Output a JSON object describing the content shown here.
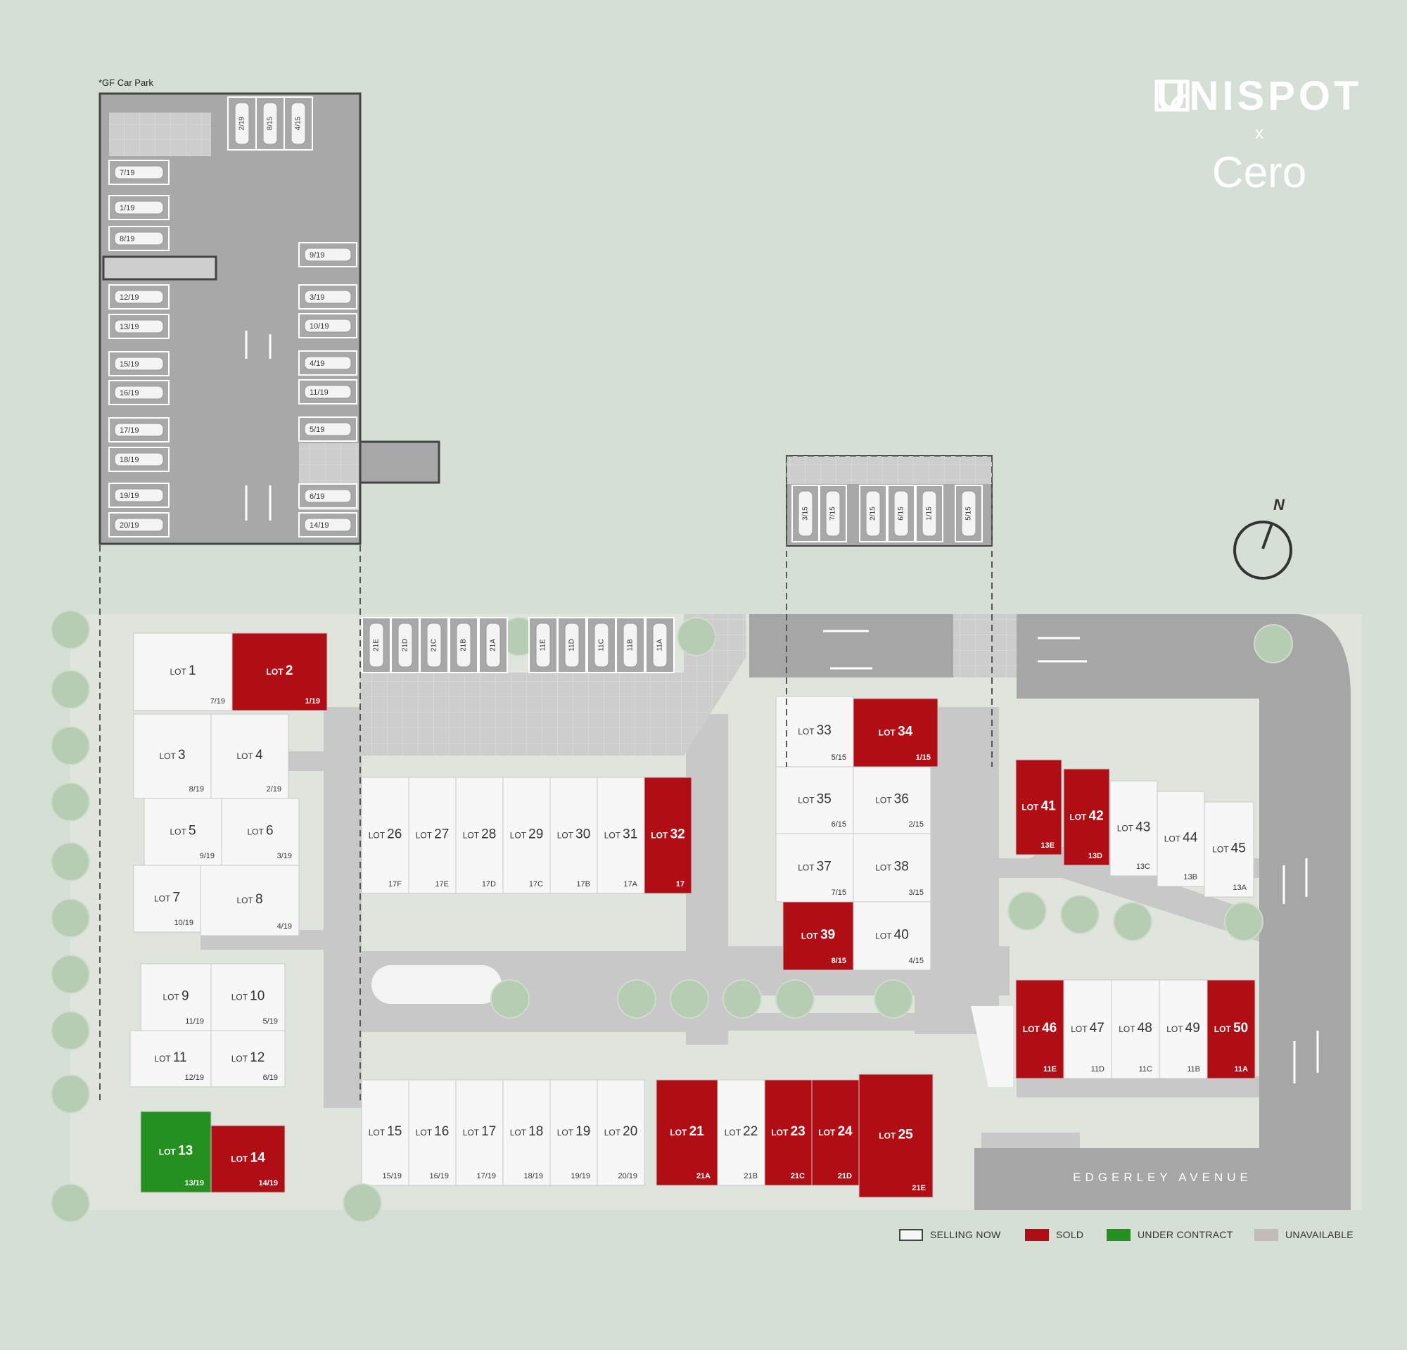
{
  "brand": {
    "name": "UNISPOT",
    "separator": "x",
    "partner": "Cero"
  },
  "car_park_caption": "*GF Car Park",
  "street_name": "EDGERLEY AVENUE",
  "north_label": "N",
  "colors": {
    "selling": "#f7f7f7",
    "sold": "#b00e14",
    "contract": "#24901f",
    "unavailable": "#c2bcb9",
    "ground": "#d6dfd5",
    "road": "#a6a6a6",
    "paving": "#c8c8c8"
  },
  "legend": [
    {
      "label": "SELLING NOW",
      "status": "selling"
    },
    {
      "label": "SOLD",
      "status": "sold"
    },
    {
      "label": "UNDER CONTRACT",
      "status": "contract"
    },
    {
      "label": "UNAVAILABLE",
      "status": "unavailable"
    }
  ],
  "lots": [
    {
      "lot": "LOT",
      "num": "1",
      "code": "7/19",
      "status": "selling"
    },
    {
      "lot": "LOT",
      "num": "2",
      "code": "1/19",
      "status": "sold"
    },
    {
      "lot": "LOT",
      "num": "3",
      "code": "8/19",
      "status": "selling"
    },
    {
      "lot": "LOT",
      "num": "4",
      "code": "2/19",
      "status": "selling"
    },
    {
      "lot": "LOT",
      "num": "5",
      "code": "9/19",
      "status": "selling"
    },
    {
      "lot": "LOT",
      "num": "6",
      "code": "3/19",
      "status": "selling"
    },
    {
      "lot": "LOT",
      "num": "7",
      "code": "10/19",
      "status": "selling"
    },
    {
      "lot": "LOT",
      "num": "8",
      "code": "4/19",
      "status": "selling"
    },
    {
      "lot": "LOT",
      "num": "9",
      "code": "11/19",
      "status": "selling"
    },
    {
      "lot": "LOT",
      "num": "10",
      "code": "5/19",
      "status": "selling"
    },
    {
      "lot": "LOT",
      "num": "11",
      "code": "12/19",
      "status": "selling"
    },
    {
      "lot": "LOT",
      "num": "12",
      "code": "6/19",
      "status": "selling"
    },
    {
      "lot": "LOT",
      "num": "13",
      "code": "13/19",
      "status": "contract"
    },
    {
      "lot": "LOT",
      "num": "14",
      "code": "14/19",
      "status": "sold"
    },
    {
      "lot": "LOT",
      "num": "15",
      "code": "15/19",
      "status": "selling"
    },
    {
      "lot": "LOT",
      "num": "16",
      "code": "16/19",
      "status": "selling"
    },
    {
      "lot": "LOT",
      "num": "17",
      "code": "17/19",
      "status": "selling"
    },
    {
      "lot": "LOT",
      "num": "18",
      "code": "18/19",
      "status": "selling"
    },
    {
      "lot": "LOT",
      "num": "19",
      "code": "19/19",
      "status": "selling"
    },
    {
      "lot": "LOT",
      "num": "20",
      "code": "20/19",
      "status": "selling"
    },
    {
      "lot": "LOT",
      "num": "21",
      "code": "21A",
      "status": "sold"
    },
    {
      "lot": "LOT",
      "num": "22",
      "code": "21B",
      "status": "selling"
    },
    {
      "lot": "LOT",
      "num": "23",
      "code": "21C",
      "status": "sold"
    },
    {
      "lot": "LOT",
      "num": "24",
      "code": "21D",
      "status": "sold"
    },
    {
      "lot": "LOT",
      "num": "25",
      "code": "21E",
      "status": "sold"
    },
    {
      "lot": "LOT",
      "num": "26",
      "code": "17F",
      "status": "selling"
    },
    {
      "lot": "LOT",
      "num": "27",
      "code": "17E",
      "status": "selling"
    },
    {
      "lot": "LOT",
      "num": "28",
      "code": "17D",
      "status": "selling"
    },
    {
      "lot": "LOT",
      "num": "29",
      "code": "17C",
      "status": "selling"
    },
    {
      "lot": "LOT",
      "num": "30",
      "code": "17B",
      "status": "selling"
    },
    {
      "lot": "LOT",
      "num": "31",
      "code": "17A",
      "status": "selling"
    },
    {
      "lot": "LOT",
      "num": "32",
      "code": "17",
      "status": "sold"
    },
    {
      "lot": "LOT",
      "num": "33",
      "code": "5/15",
      "status": "selling"
    },
    {
      "lot": "LOT",
      "num": "34",
      "code": "1/15",
      "status": "sold"
    },
    {
      "lot": "LOT",
      "num": "35",
      "code": "6/15",
      "status": "selling"
    },
    {
      "lot": "LOT",
      "num": "36",
      "code": "2/15",
      "status": "selling"
    },
    {
      "lot": "LOT",
      "num": "37",
      "code": "7/15",
      "status": "selling"
    },
    {
      "lot": "LOT",
      "num": "38",
      "code": "3/15",
      "status": "selling"
    },
    {
      "lot": "LOT",
      "num": "39",
      "code": "8/15",
      "status": "sold"
    },
    {
      "lot": "LOT",
      "num": "40",
      "code": "4/15",
      "status": "selling"
    },
    {
      "lot": "LOT",
      "num": "41",
      "code": "13E",
      "status": "sold"
    },
    {
      "lot": "LOT",
      "num": "42",
      "code": "13D",
      "status": "sold"
    },
    {
      "lot": "LOT",
      "num": "43",
      "code": "13C",
      "status": "selling"
    },
    {
      "lot": "LOT",
      "num": "44",
      "code": "13B",
      "status": "selling"
    },
    {
      "lot": "LOT",
      "num": "45",
      "code": "13A",
      "status": "selling"
    },
    {
      "lot": "LOT",
      "num": "46",
      "code": "11E",
      "status": "sold"
    },
    {
      "lot": "LOT",
      "num": "47",
      "code": "11D",
      "status": "selling"
    },
    {
      "lot": "LOT",
      "num": "48",
      "code": "11C",
      "status": "selling"
    },
    {
      "lot": "LOT",
      "num": "49",
      "code": "11B",
      "status": "selling"
    },
    {
      "lot": "LOT",
      "num": "50",
      "code": "11A",
      "status": "sold"
    }
  ],
  "gf_spaces": [
    "2/19",
    "8/15",
    "4/15",
    "7/19",
    "1/19",
    "8/19",
    "12/19",
    "13/19",
    "15/19",
    "16/19",
    "17/19",
    "18/19",
    "19/19",
    "20/19",
    "9/19",
    "3/19",
    "10/19",
    "4/19",
    "11/19",
    "5/19",
    "6/19",
    "14/19"
  ],
  "east_spaces": [
    "3/15",
    "7/15",
    "2/15",
    "6/15",
    "1/15",
    "5/15"
  ],
  "north_spaces": [
    "21E",
    "21D",
    "21C",
    "21B",
    "21A",
    "11E",
    "11D",
    "11C",
    "11B",
    "11A"
  ]
}
